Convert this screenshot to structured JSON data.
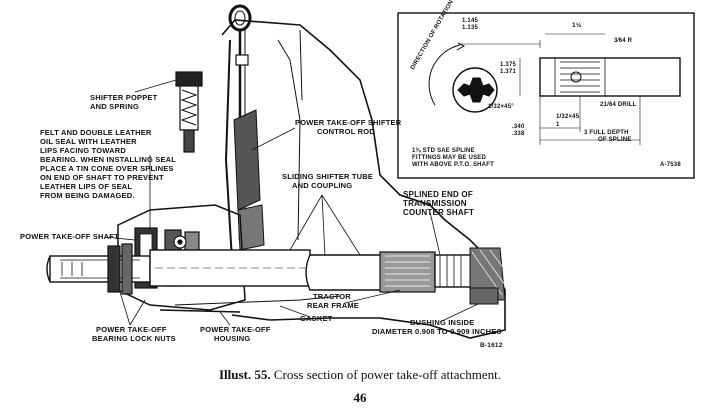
{
  "labels": {
    "shifter_poppet": [
      "SHIFTER POPPET",
      "AND SPRING"
    ],
    "felt_seal": [
      "FELT AND DOUBLE LEATHER",
      "OIL SEAL WITH LEATHER",
      "LIPS FACING TOWARD",
      "BEARING. WHEN INSTALLING SEAL",
      "PLACE A TIN CONE OVER SPLINES",
      "ON END OF SHAFT TO PREVENT",
      "LEATHER LIPS OF SEAL",
      "FROM BEING DAMAGED."
    ],
    "pto_shaft": "POWER TAKE-OFF SHAFT",
    "shifter_rod": [
      "POWER TAKE-OFF SHIFTER",
      "CONTROL ROD"
    ],
    "sliding_tube": [
      "SLIDING SHIFTER TUBE",
      "AND COUPLING"
    ],
    "splined_end": [
      "SPLINED END OF",
      "TRANSMISSION",
      "COUNTER SHAFT"
    ],
    "tractor_frame": [
      "TRACTOR",
      "REAR FRAME"
    ],
    "gasket": "GASKET",
    "lock_nuts": [
      "POWER TAKE-OFF",
      "BEARING LOCK NUTS"
    ],
    "housing": [
      "POWER TAKE-OFF",
      "HOUSING"
    ],
    "bushing": [
      "BUSHING INSIDE",
      "DIAMETER 0.908 TO 0.909 INCHES"
    ],
    "drawing_no": "B-1612"
  },
  "inset": {
    "dim_top_left": [
      "1.145",
      "1.135"
    ],
    "dim_top_mid": "1½",
    "dim_top_right": "3⁄64 R",
    "rotation": "DIRECTION OF ROTATION",
    "dim_vert": [
      "1.375",
      "1.371"
    ],
    "chamfer_1": "1/32×45°",
    "chamfer_2": "1/32×45",
    "drill": "21/64 DRILL",
    "dim_340": [
      ".340",
      ".338"
    ],
    "dim_1": "1",
    "full_depth": [
      "3  FULL DEPTH",
      "OF SPLINE"
    ],
    "spline_note": [
      "1⅜ STD SAE SPLINE",
      "FITTINGS MAY BE USED",
      "WITH ABOVE P.T.O. SHAFT"
    ],
    "drawing_no": "A-7538"
  },
  "caption": {
    "prefix": "Illust. 55.",
    "text": " Cross section of power take-off attachment."
  },
  "page_number": "46"
}
